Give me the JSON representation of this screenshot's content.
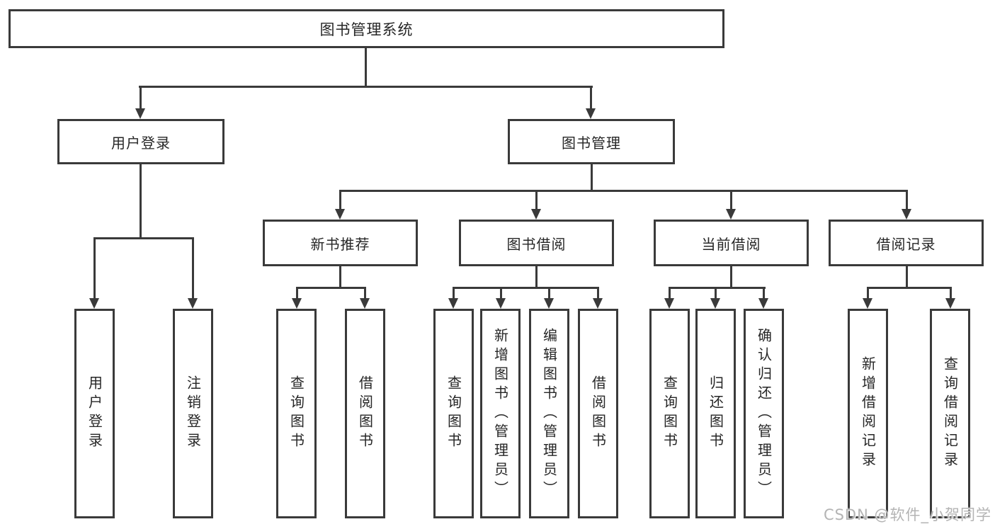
{
  "title": "图书管理系统",
  "nodes": {
    "root": {
      "label": "图书管理系统"
    },
    "level2": [
      {
        "label": "用户登录"
      },
      {
        "label": "图书管理"
      }
    ],
    "level3": [
      {
        "label": "新书推荐",
        "parent": "图书管理"
      },
      {
        "label": "图书借阅",
        "parent": "图书管理"
      },
      {
        "label": "当前借阅",
        "parent": "图书管理"
      },
      {
        "label": "借阅记录",
        "parent": "图书管理"
      }
    ],
    "leaves": [
      {
        "label": "用户登录",
        "parent": "用户登录"
      },
      {
        "label": "注销登录",
        "parent": "用户登录"
      },
      {
        "label": "查询图书",
        "parent": "新书推荐"
      },
      {
        "label": "借阅图书",
        "parent": "新书推荐"
      },
      {
        "label": "查询图书",
        "parent": "图书借阅"
      },
      {
        "label": "新增图书（管理员）",
        "parent": "图书借阅"
      },
      {
        "label": "编辑图书（管理员）",
        "parent": "图书借阅"
      },
      {
        "label": "借阅图书",
        "parent": "图书借阅"
      },
      {
        "label": "查询图书",
        "parent": "当前借阅"
      },
      {
        "label": "归还图书",
        "parent": "当前借阅"
      },
      {
        "label": "确认归还（管理员）",
        "parent": "当前借阅"
      },
      {
        "label": "新增借阅记录",
        "parent": "借阅记录"
      },
      {
        "label": "查询借阅记录",
        "parent": "借阅记录"
      }
    ]
  },
  "watermark": {
    "text": "CSDN @软件_小贺同学"
  },
  "colors": {
    "line": "#3a3a3a",
    "text": "#262626",
    "box_background": "#ffffff",
    "page_background": "#ffffff",
    "watermark": "#b4b4b4"
  }
}
